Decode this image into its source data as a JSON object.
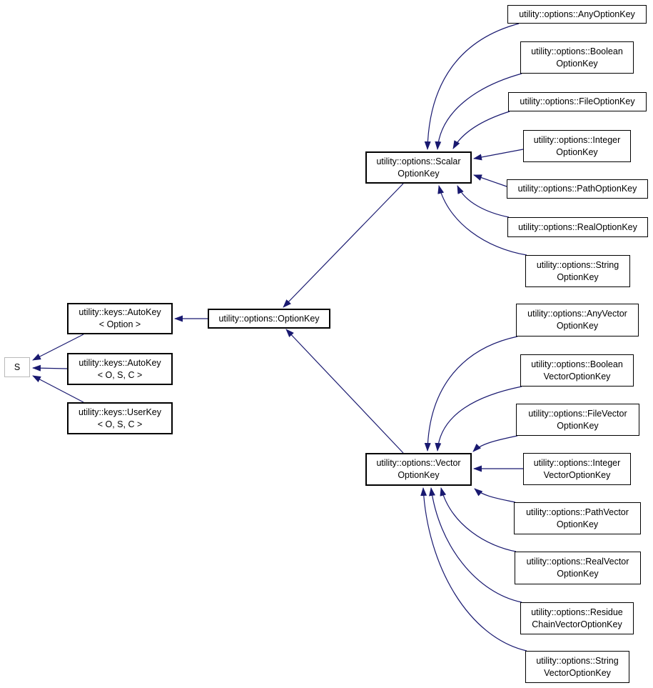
{
  "diagram": {
    "type": "class-inheritance-graph",
    "colors": {
      "edge": "#191970",
      "node_border": "#000000",
      "external_node_border": "#b9b9b9",
      "node_fill": "#ffffff",
      "text": "#000000",
      "background": "#ffffff"
    },
    "nodes": {
      "s": {
        "label": "S"
      },
      "autokey_option": {
        "label": "utility::keys::AutoKey\n< Option >"
      },
      "autokey_osc": {
        "label": "utility::keys::AutoKey\n< O, S, C >"
      },
      "userkey_osc": {
        "label": "utility::keys::UserKey\n< O, S, C >"
      },
      "optionkey": {
        "label": "utility::options::OptionKey"
      },
      "scalar": {
        "label": "utility::options::Scalar\nOptionKey"
      },
      "vector": {
        "label": "utility::options::Vector\nOptionKey"
      },
      "any": {
        "label": "utility::options::AnyOptionKey"
      },
      "boolean": {
        "label": "utility::options::Boolean\nOptionKey"
      },
      "file": {
        "label": "utility::options::FileOptionKey"
      },
      "integer": {
        "label": "utility::options::Integer\nOptionKey"
      },
      "path": {
        "label": "utility::options::PathOptionKey"
      },
      "real": {
        "label": "utility::options::RealOptionKey"
      },
      "string": {
        "label": "utility::options::String\nOptionKey"
      },
      "any_vec": {
        "label": "utility::options::AnyVector\nOptionKey"
      },
      "boolean_vec": {
        "label": "utility::options::Boolean\nVectorOptionKey"
      },
      "file_vec": {
        "label": "utility::options::FileVector\nOptionKey"
      },
      "integer_vec": {
        "label": "utility::options::Integer\nVectorOptionKey"
      },
      "path_vec": {
        "label": "utility::options::PathVector\nOptionKey"
      },
      "real_vec": {
        "label": "utility::options::RealVector\nOptionKey"
      },
      "residuechain_vec": {
        "label": "utility::options::Residue\nChainVectorOptionKey"
      },
      "string_vec": {
        "label": "utility::options::String\nVectorOptionKey"
      }
    },
    "edges": [
      {
        "from": "autokey_option",
        "to": "s"
      },
      {
        "from": "autokey_osc",
        "to": "s"
      },
      {
        "from": "userkey_osc",
        "to": "s"
      },
      {
        "from": "optionkey",
        "to": "autokey_option"
      },
      {
        "from": "scalar",
        "to": "optionkey"
      },
      {
        "from": "vector",
        "to": "optionkey"
      },
      {
        "from": "any",
        "to": "scalar"
      },
      {
        "from": "boolean",
        "to": "scalar"
      },
      {
        "from": "file",
        "to": "scalar"
      },
      {
        "from": "integer",
        "to": "scalar"
      },
      {
        "from": "path",
        "to": "scalar"
      },
      {
        "from": "real",
        "to": "scalar"
      },
      {
        "from": "string",
        "to": "scalar"
      },
      {
        "from": "any_vec",
        "to": "vector"
      },
      {
        "from": "boolean_vec",
        "to": "vector"
      },
      {
        "from": "file_vec",
        "to": "vector"
      },
      {
        "from": "integer_vec",
        "to": "vector"
      },
      {
        "from": "path_vec",
        "to": "vector"
      },
      {
        "from": "real_vec",
        "to": "vector"
      },
      {
        "from": "residuechain_vec",
        "to": "vector"
      },
      {
        "from": "string_vec",
        "to": "vector"
      }
    ]
  }
}
